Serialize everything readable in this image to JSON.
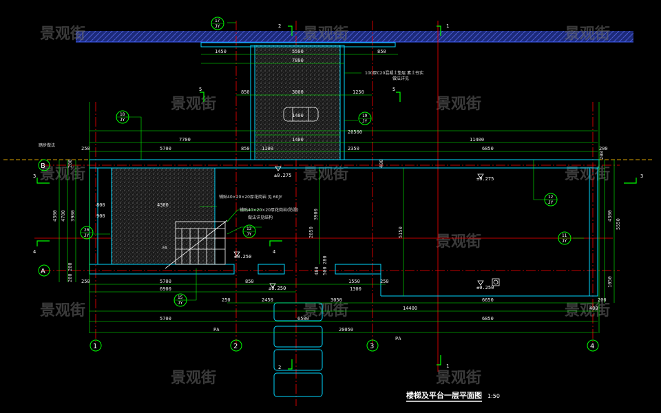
{
  "watermark": "景观街",
  "title": "楼梯及平台一层平面图",
  "scale": "1:50",
  "axes": {
    "rows": [
      "B",
      "A"
    ],
    "cols": [
      "1",
      "2",
      "3",
      "4"
    ]
  },
  "section_marks": [
    "1",
    "2",
    "3",
    "4",
    "5"
  ],
  "detail_tags": [
    {
      "num": "17",
      "sheet": "JY"
    },
    {
      "num": "18",
      "sheet": "JY"
    },
    {
      "num": "19",
      "sheet": "JY"
    },
    {
      "num": "12",
      "sheet": "JY"
    },
    {
      "num": "20",
      "sheet": "JY"
    },
    {
      "num": "13",
      "sheet": "JY"
    },
    {
      "num": "11",
      "sheet": "JY"
    },
    {
      "num": "15",
      "sheet": "JY"
    }
  ],
  "elevations": {
    "e1": "±0.275",
    "e2": "±0.275",
    "e3": "±0.250",
    "e4": "±0.250",
    "e5": "±0.250"
  },
  "notes": {
    "top_right": "100厚C20混凝土垫层 素土夯实",
    "top_right2": "做法详见",
    "left_corner": "踏步做法",
    "mid1": "铺贴40×20×20厚花岗岩 见 60JY",
    "mid2": "铺贴40×20×20厚花岗岩(防滑)",
    "mid3": "做法详见结构",
    "fill_label": "FA"
  },
  "dims": {
    "top_1450": "1450",
    "top_5500": "5500",
    "top_850": "850",
    "top_7800": "7800",
    "d_850": "850",
    "d_3800": "3800",
    "d_1250": "1250",
    "d_1400": "1400",
    "d_20500": "20500",
    "d_7700": "7700",
    "d_11400": "11400",
    "d_250a": "250",
    "d_5700a": "5700",
    "d_850a": "850",
    "d_1100": "1100",
    "d_1400b": "1400",
    "d_2350": "2350",
    "d_6850a": "6850",
    "d_200r": "200",
    "v_200a": "200",
    "v_4300": "4300",
    "v_4700": "4700",
    "v_3900": "3900",
    "v_200b": "200",
    "v_200c": "200",
    "v_900": "900",
    "v_4300r": "4300",
    "v_5550": "5550",
    "v_1050": "1050",
    "v_200r": "200",
    "i_800": "800",
    "i_4300": "4300",
    "i_2050": "2050",
    "i_3900": "3900",
    "i_5150": "5150",
    "i_400": "400",
    "i_280": "280",
    "i_480": "480",
    "i_500": "500",
    "b_250": "250",
    "b_5700": "5700",
    "b_850": "850",
    "b_1550": "1550",
    "b_250r": "250",
    "b_6900": "6900",
    "b_1300": "1300",
    "b_250b": "250",
    "b_2450": "2450",
    "b_3050": "3050",
    "b_6650": "6650",
    "b_200": "200",
    "b_14400": "14400",
    "b_400": "400",
    "b_5700b": "5700",
    "b_6500": "6500",
    "b_6850": "6850",
    "b_20050": "20050",
    "pa1": "PA",
    "pa2": "PA"
  },
  "colors": {
    "background": "#000000",
    "dim_green": "#00ff00",
    "axis_red": "#ff0000",
    "wall_cyan": "#00d8ff",
    "wall_blue": "#2050ff",
    "hatch_white": "#ffffff",
    "yellow": "#ffe000",
    "magenta": "#ff00ff"
  }
}
